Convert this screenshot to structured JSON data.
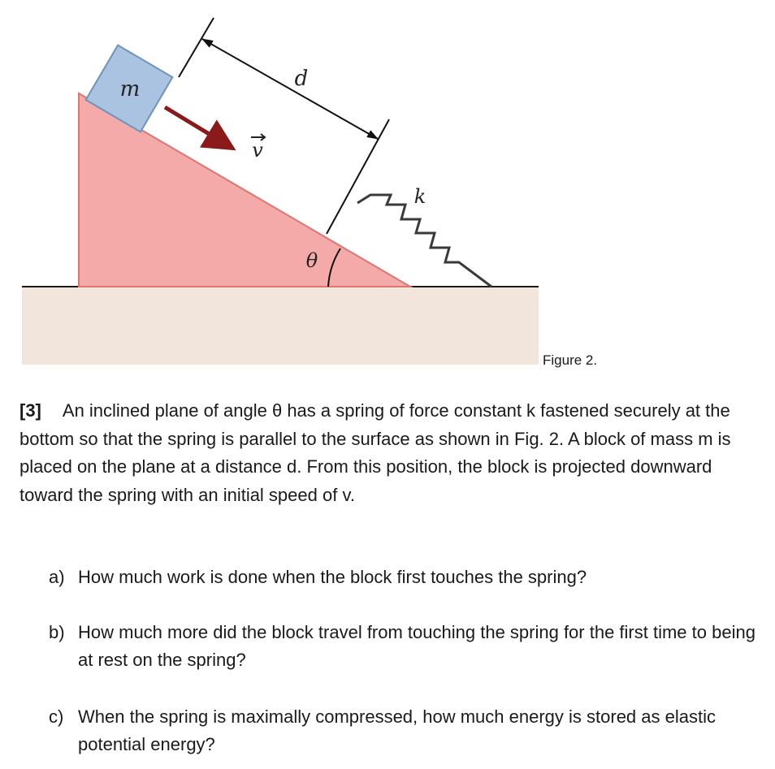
{
  "figure": {
    "caption": "Figure 2.",
    "labels": {
      "mass": "m",
      "distance": "d",
      "velocity": "v",
      "spring_constant": "k",
      "angle": "θ"
    },
    "colors": {
      "incline": "#f3aaa8",
      "incline_edge": "#e07470",
      "block": "#a9c3e0",
      "block_edge": "#6e93bd",
      "ground": "#f1e5dc",
      "arrow": "#8b1a1a",
      "spring": "#3a3a3a"
    }
  },
  "problem": {
    "number": "[3]",
    "text": "An inclined plane of angle θ has a spring of force constant k fastened securely at the bottom so that the spring is parallel to the surface as shown in Fig. 2. A block of mass m is placed on the plane at a distance d. From this position, the block is projected downward toward the spring with an initial speed of v."
  },
  "questions": [
    {
      "label": "a)",
      "text": "How much work is done when the block first touches the spring?"
    },
    {
      "label": "b)",
      "text": "How much more did the block travel from touching the spring for the first time to being at rest on the spring?"
    },
    {
      "label": "c)",
      "text": "When the spring is maximally compressed, how much energy is stored as elastic potential energy?"
    }
  ]
}
